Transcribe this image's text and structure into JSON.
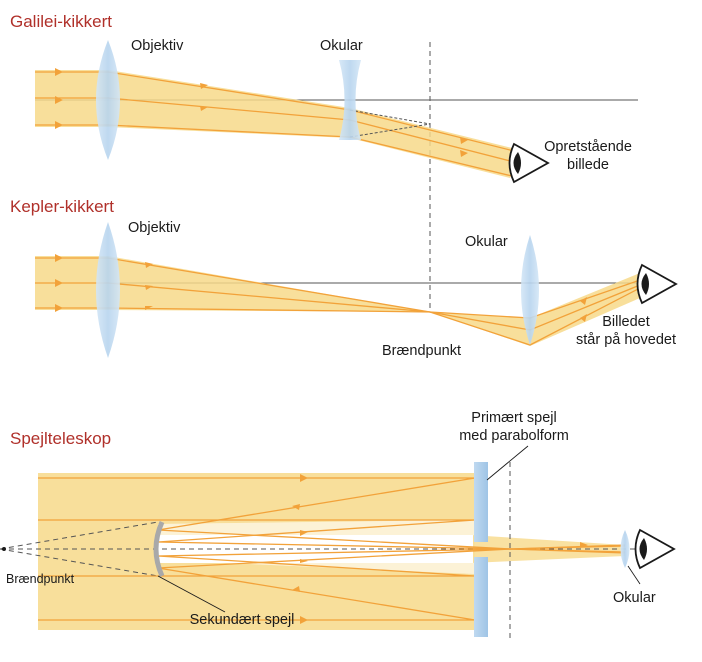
{
  "colors": {
    "title": "#b0302a",
    "beam": "#f7d98a",
    "ray": "#f2a23a",
    "lens": "#bcd8ef",
    "mirror": "#a9cbe9",
    "axis": "#555555",
    "eye": "#1a1a1a",
    "text": "#1a1a1a"
  },
  "galilei": {
    "title": "Galilei-kikkert",
    "objective_label": "Objektiv",
    "eyepiece_label": "Okular",
    "image_label_line1": "Opretstående",
    "image_label_line2": "billede"
  },
  "kepler": {
    "title": "Kepler-kikkert",
    "objective_label": "Objektiv",
    "eyepiece_label": "Okular",
    "focal_point_label": "Brændpunkt",
    "image_label_line1": "Billedet",
    "image_label_line2": "står på hovedet"
  },
  "reflector": {
    "title": "Spejlteleskop",
    "primary_label_line1": "Primært spejl",
    "primary_label_line2": "med parabolform",
    "focal_point_label": "Brændpunkt",
    "eyepiece_label": "Okular",
    "secondary_label": "Sekundært spejl"
  },
  "icons": [
    "eye-icon",
    "lens-icon",
    "mirror-icon"
  ]
}
